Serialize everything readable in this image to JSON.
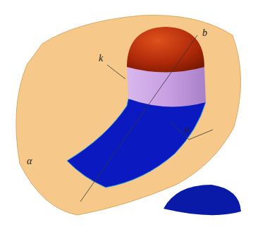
{
  "diagram": {
    "labels": [
      "k",
      "b",
      "n",
      "α"
    ]
  }
}
